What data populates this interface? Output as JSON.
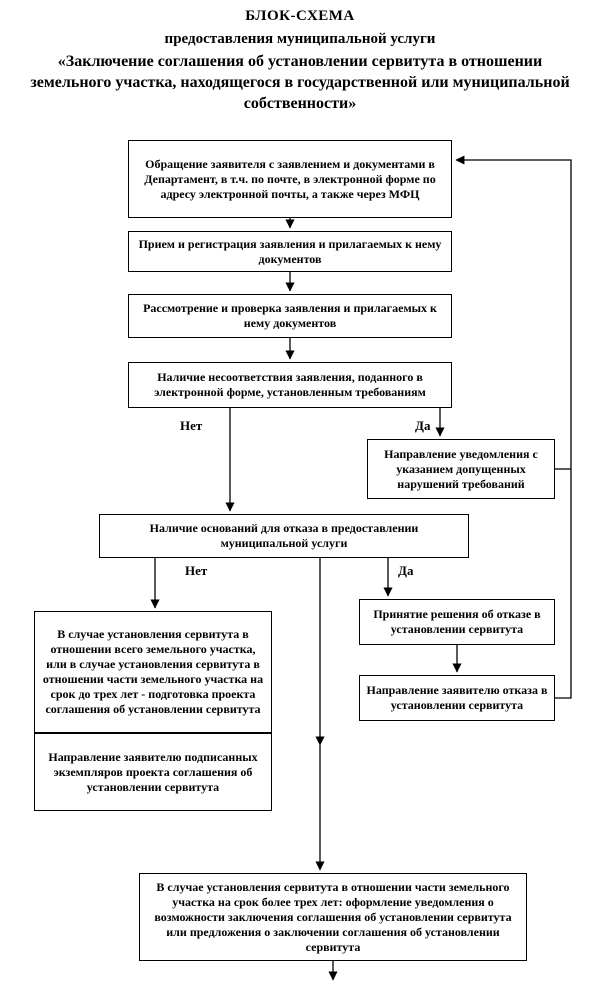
{
  "title": {
    "line1": "БЛОК-СХЕМА",
    "line2": "предоставления муниципальной услуги",
    "line3": "«Заключение соглашения об установлении сервитута в отношении земельного участка, находящегося в государственной или муниципальной собственности»"
  },
  "boxes": {
    "application": "Обращение заявителя с заявлением и документами в Департамент, в т.ч. по почте, в электронной форме по адресу электронной почты, а также через МФЦ",
    "registration": "Прием и регистрация заявления и прилагаемых к нему документов",
    "review": "Рассмотрение и проверка заявления и прилагаемых к нему документов",
    "nonconformity": "Наличие несоответствия заявления, поданного в электронной форме, установленным требованиям",
    "notice_violations": "Направление уведомления с указанием допущенных нарушений требований",
    "refusal_grounds": "Наличие оснований для отказа в предоставлении муниципальной услуги",
    "draft_agreement": "В случае установления сервитута в отношении всего земельного участка, или в случае установления сервитута в отношении части земельного участка на срок до трех лет - подготовка проекта соглашения об установлении сервитута",
    "send_signed": "Направление заявителю подписанных экземпляров проекта соглашения об установлении сервитута",
    "refusal_decision": "Принятие решения об отказе в установлении сервитута",
    "send_refusal": "Направление заявителю отказа в установлении сервитута",
    "long_term": "В случае установления сервитута в отношении части земельного участка на срок более трех лет: оформление уведомления о возможности заключения соглашения об установлении сервитута или предложения о заключении соглашения об установлении сервитута"
  },
  "labels": {
    "no1": "Нет",
    "yes1": "Да",
    "no2": "Нет",
    "yes2": "Да"
  },
  "colors": {
    "line": "#000000",
    "background": "#ffffff"
  }
}
